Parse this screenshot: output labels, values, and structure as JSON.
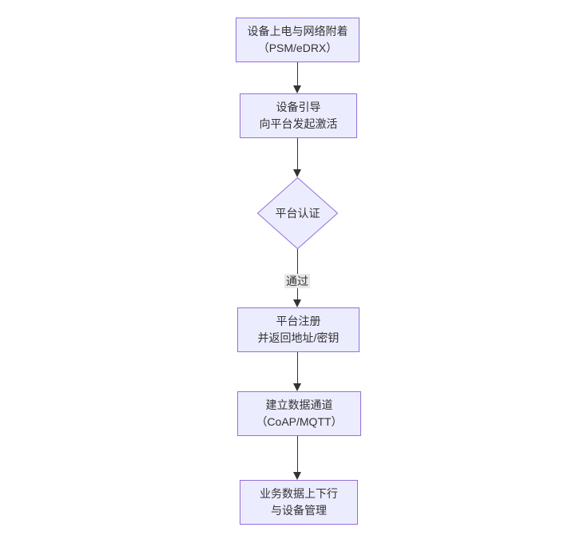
{
  "diagram": {
    "type": "flowchart",
    "direction": "top-down",
    "nodes": [
      {
        "id": "n1",
        "shape": "rect",
        "lines": [
          "设备上电与网络附着",
          "（PSM/eDRX）"
        ]
      },
      {
        "id": "n2",
        "shape": "rect",
        "lines": [
          "设备引导",
          "向平台发起激活"
        ]
      },
      {
        "id": "n3",
        "shape": "diamond",
        "lines": [
          "平台认证"
        ]
      },
      {
        "id": "n4",
        "shape": "rect",
        "lines": [
          "平台注册",
          "并返回地址/密钥"
        ]
      },
      {
        "id": "n5",
        "shape": "rect",
        "lines": [
          "建立数据通道",
          "（CoAP/MQTT）"
        ]
      },
      {
        "id": "n6",
        "shape": "rect",
        "lines": [
          "业务数据上下行",
          "与设备管理"
        ]
      }
    ],
    "edges": [
      {
        "from": "n1",
        "to": "n2",
        "label": ""
      },
      {
        "from": "n2",
        "to": "n3",
        "label": ""
      },
      {
        "from": "n3",
        "to": "n4",
        "label": "通过"
      },
      {
        "from": "n4",
        "to": "n5",
        "label": ""
      },
      {
        "from": "n5",
        "to": "n6",
        "label": ""
      }
    ],
    "colors": {
      "node_fill": "#ECECFF",
      "node_border": "#9370DB",
      "edge_line": "#333333",
      "edge_label_bg": "#e8e8e8",
      "text": "#333333"
    }
  }
}
